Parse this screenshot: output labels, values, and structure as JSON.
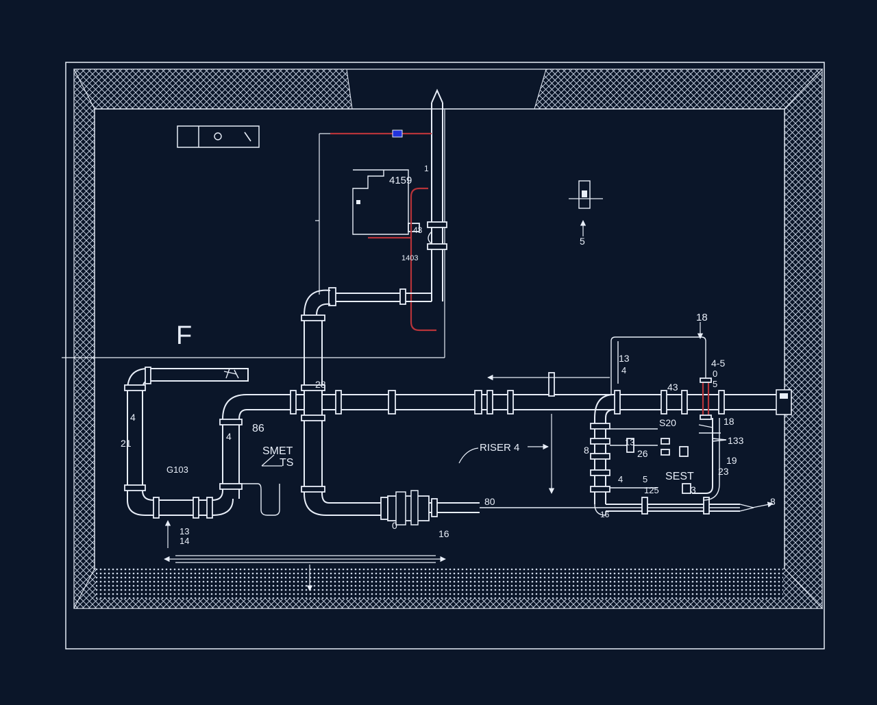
{
  "palette": {
    "background": "#0b1629",
    "linework": "#e8eef8",
    "hot_water": "#b8343a",
    "valve": "#2233dd"
  },
  "room": {
    "letter": "F"
  },
  "labels": {
    "l_4159": "4159",
    "l_1": "1",
    "l_43a": "43",
    "l_1403": "1403",
    "l_5_top": "5",
    "l_18_top": "18",
    "l_13_right": "13",
    "l_4_right": "4",
    "l_4_5": "4-5",
    "l_0": "0",
    "l_5_mid": "5",
    "l_43b": "43",
    "l_28": "28",
    "l_4_left": "4",
    "l_21": "21",
    "l_4_mid": "4",
    "l_86": "86",
    "l_smet": "SMET",
    "l_ts": "TS",
    "l_g103": "G103",
    "l_riser": "RISER 4",
    "l_s20": "S20",
    "l_18_mid": "18",
    "l_133": "133",
    "l_8_mid": "8",
    "l_13_mid": "13",
    "l_26": "26",
    "l_19": "19",
    "l_23": "23",
    "l_4_low": "4",
    "l_5_low": "5",
    "l_sest": "SEST",
    "l_125": "125",
    "l_3_low": "3",
    "l_80": "80",
    "l_0_low": "0",
    "l_16_low": "16",
    "l_16_bot": "16",
    "l_8_right": "8",
    "l_13_bot": "13",
    "l_14_bot": "14"
  }
}
